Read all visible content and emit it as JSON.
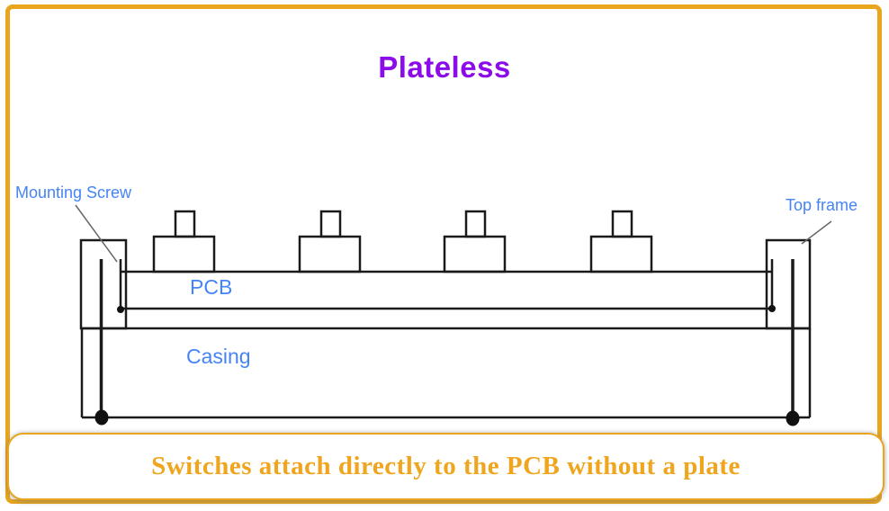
{
  "page": {
    "background_color": "#ffffff",
    "frame_border_color": "#E9A51D"
  },
  "title": {
    "text": "Plateless",
    "color": "#8C0BE9"
  },
  "labels": {
    "color": "#4584F6",
    "mounting_screw": "Mounting Screw",
    "top_frame": "Top frame",
    "pcb": "PCB",
    "casing": "Casing"
  },
  "diagram": {
    "line_color": "#1a1a1a",
    "leader_line_color": "#666666",
    "switch_count": 4,
    "components": [
      "switches",
      "PCB",
      "casing",
      "top frame",
      "mounting screws",
      "feet"
    ]
  },
  "caption": {
    "text": "Switches attach directly to the PCB without a plate",
    "color": "#EFA51E",
    "border_color": "#E9A51D",
    "background": "#ffffff"
  }
}
